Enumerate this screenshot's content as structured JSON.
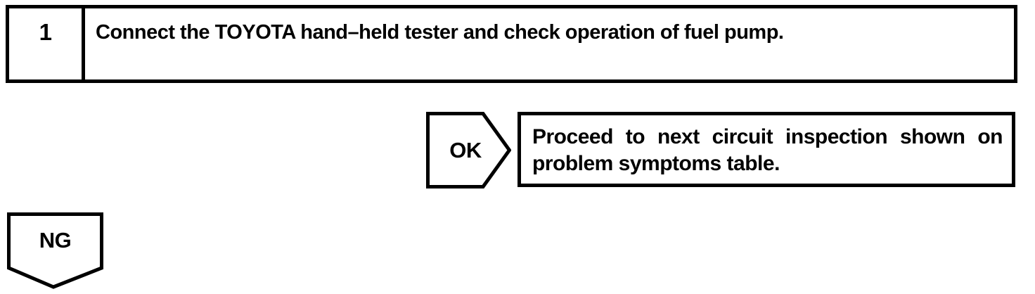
{
  "page": {
    "background": "#ffffff",
    "ink_color": "#000000",
    "kind": "troubleshooting-flowchart"
  },
  "step": {
    "number": "1",
    "instruction": "Connect the TOYOTA hand–held tester and check operation of fuel pump."
  },
  "ok_branch": {
    "label": "OK",
    "action_lines": [
      "Proceed to next circuit inspection shown on",
      "problem symptoms table."
    ]
  },
  "ng_branch": {
    "label": "NG"
  }
}
